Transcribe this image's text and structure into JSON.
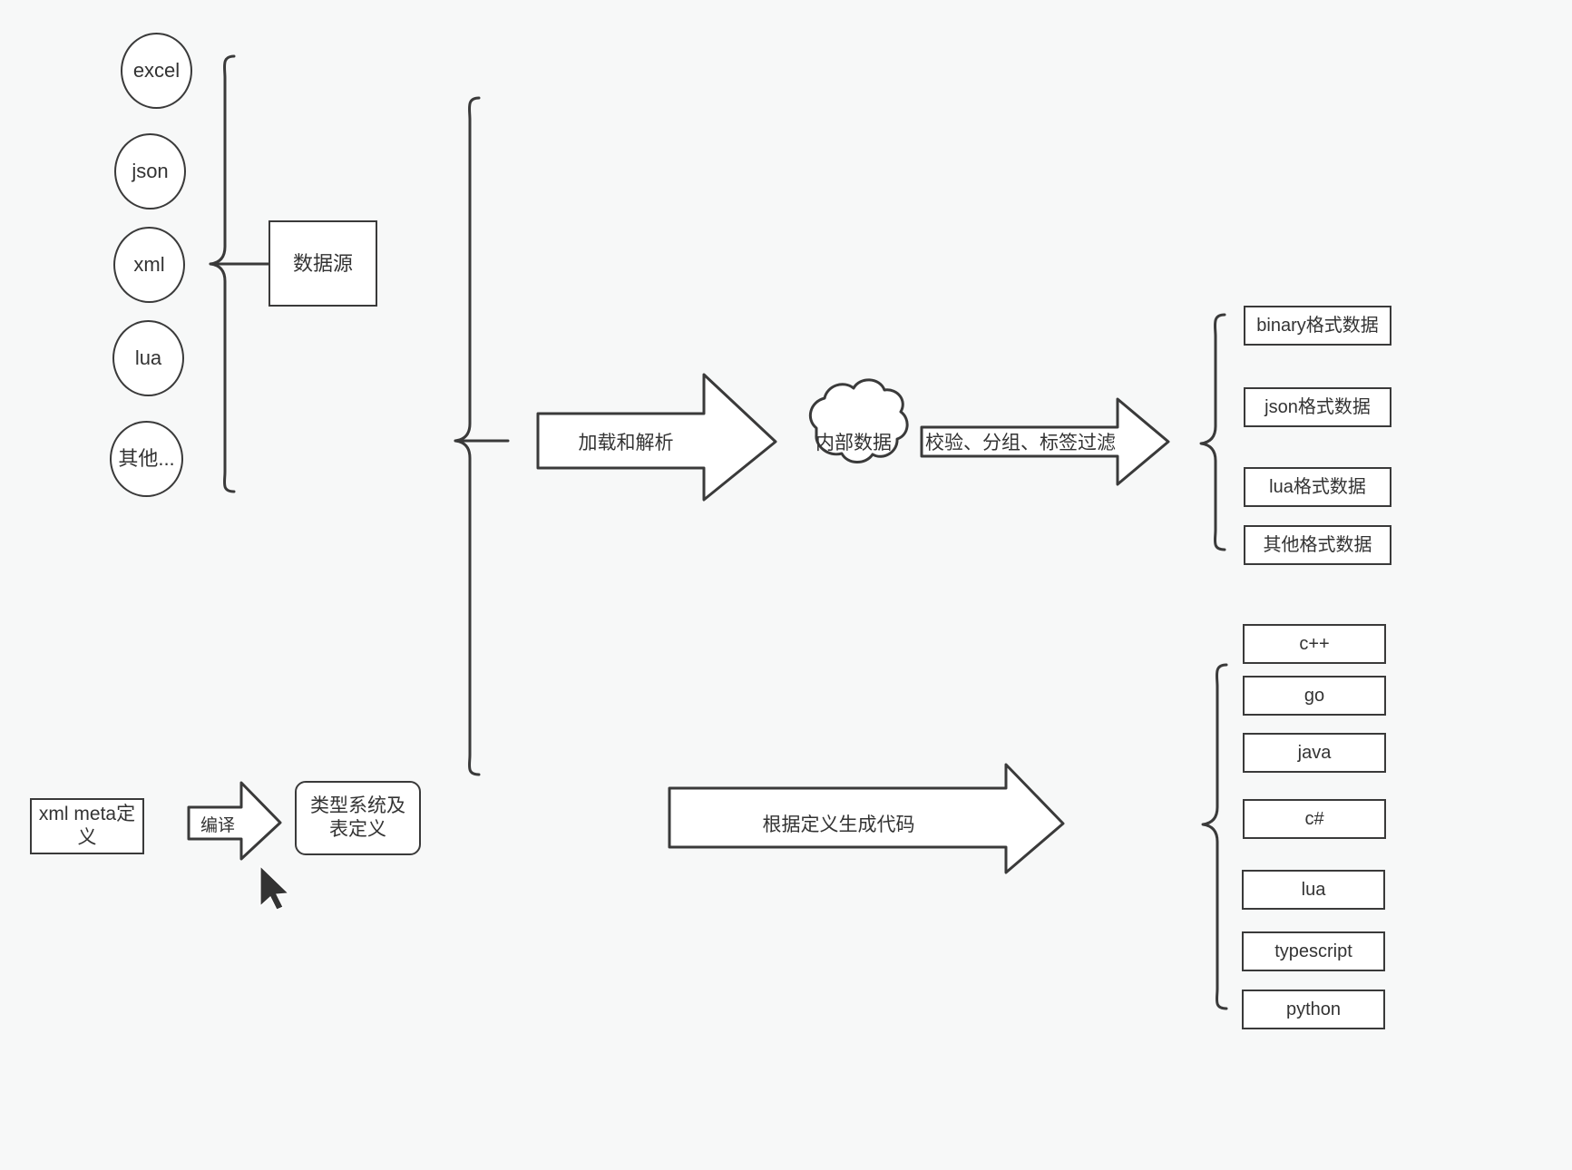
{
  "diagram": {
    "title": "data pipeline diagram",
    "background_color": "#f7f8f8",
    "stroke_color": "#3a3a3a",
    "fill_color": "#ffffff",
    "text_color": "#333333"
  },
  "sources": {
    "group_label": "数据源",
    "items": [
      {
        "label": "excel"
      },
      {
        "label": "json"
      },
      {
        "label": "xml"
      },
      {
        "label": "lua"
      },
      {
        "label": "其他..."
      }
    ]
  },
  "meta": {
    "input_label": "xml meta定义",
    "compile_label": "编译",
    "output_label": "类型系统及表定义"
  },
  "pipeline": {
    "load_arrow_label": "加载和解析",
    "internal_data_label": "内部数据",
    "filter_arrow_label": "校验、分组、标签过滤",
    "codegen_arrow_label": "根据定义生成代码"
  },
  "outputs": {
    "data_formats": [
      {
        "label": "binary格式数据"
      },
      {
        "label": "json格式数据"
      },
      {
        "label": "lua格式数据"
      },
      {
        "label": "其他格式数据"
      }
    ],
    "languages": [
      {
        "label": "c++"
      },
      {
        "label": "go"
      },
      {
        "label": "java"
      },
      {
        "label": "c#"
      },
      {
        "label": "lua"
      },
      {
        "label": "typescript"
      },
      {
        "label": "python"
      }
    ]
  }
}
